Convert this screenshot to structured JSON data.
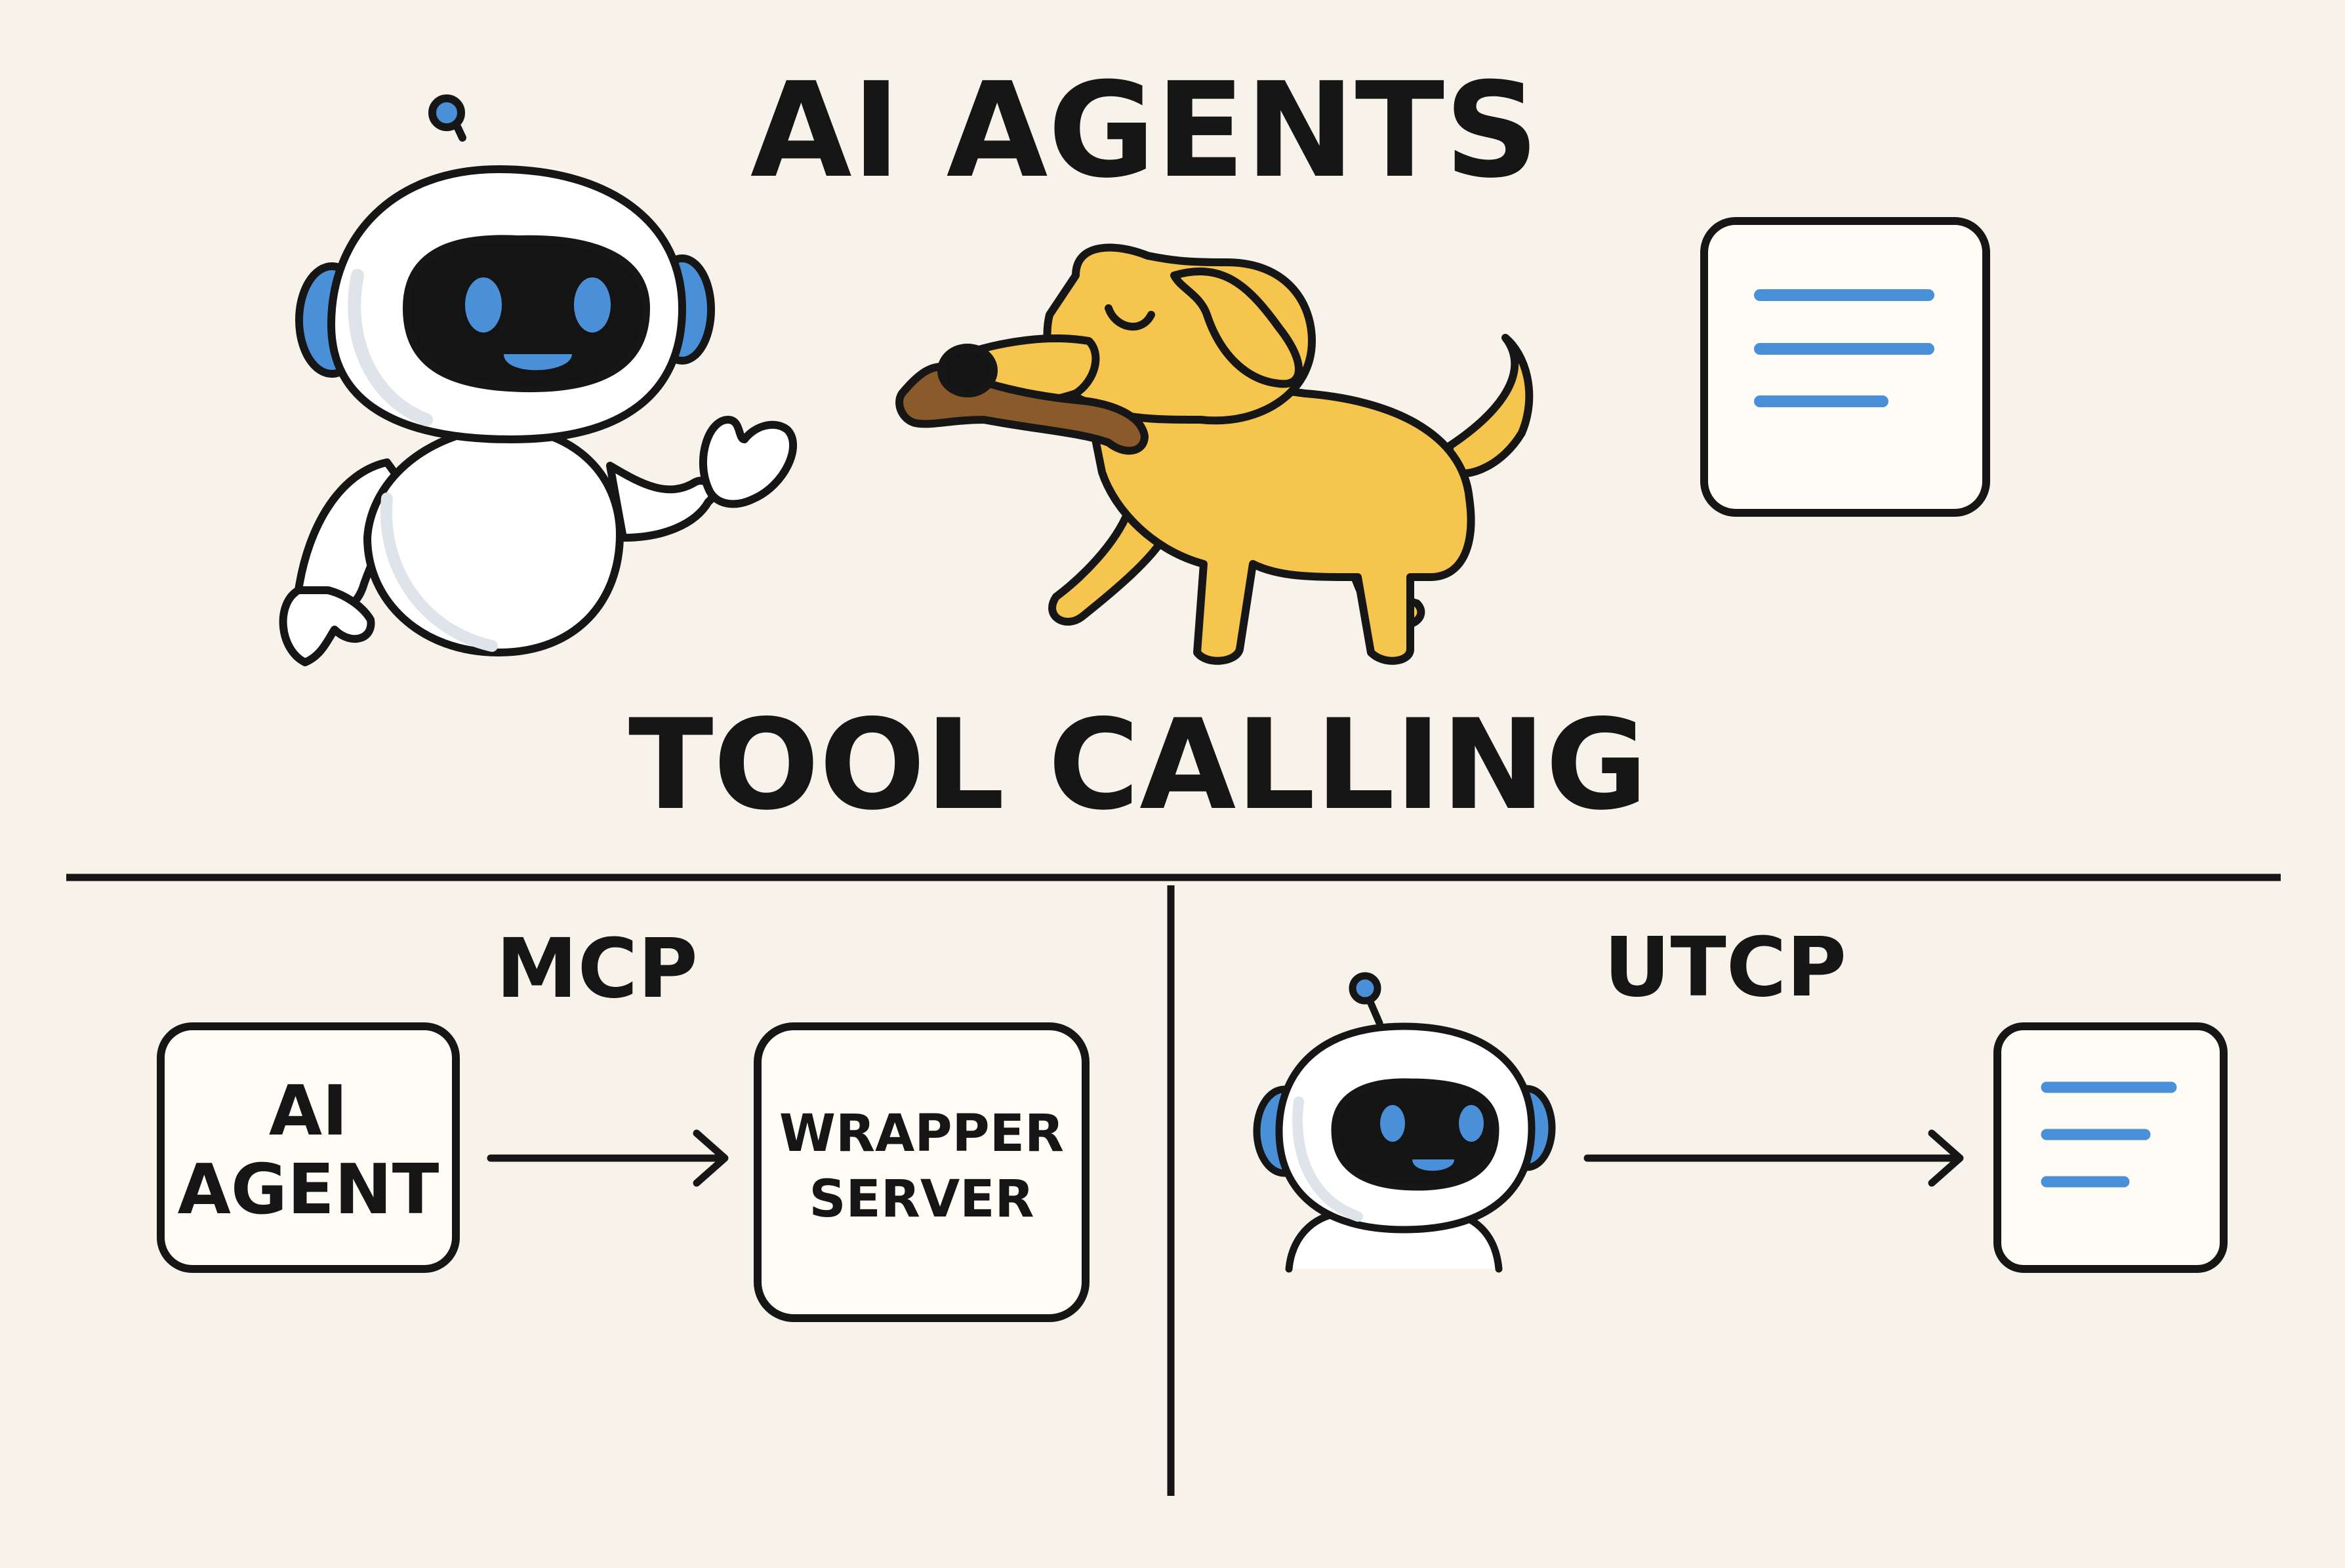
{
  "title": "AI AGENTS",
  "subtitle": "TOOL CALLING",
  "panels": {
    "mcp": {
      "heading": "MCP",
      "agent_box": [
        "AI",
        "AGENT"
      ],
      "server_box": [
        "WRAPPER",
        "SERVER"
      ]
    },
    "utcp": {
      "heading": "UTCP"
    }
  },
  "colors": {
    "background": "#f8f3ea",
    "outline": "#161616",
    "accent_blue": "#4a90d9",
    "dog_yellow": "#f6c54e",
    "stick_brown": "#8b5a2b"
  },
  "icons": [
    "robot-icon",
    "dog-icon",
    "document-icon",
    "arrow-right-icon"
  ]
}
